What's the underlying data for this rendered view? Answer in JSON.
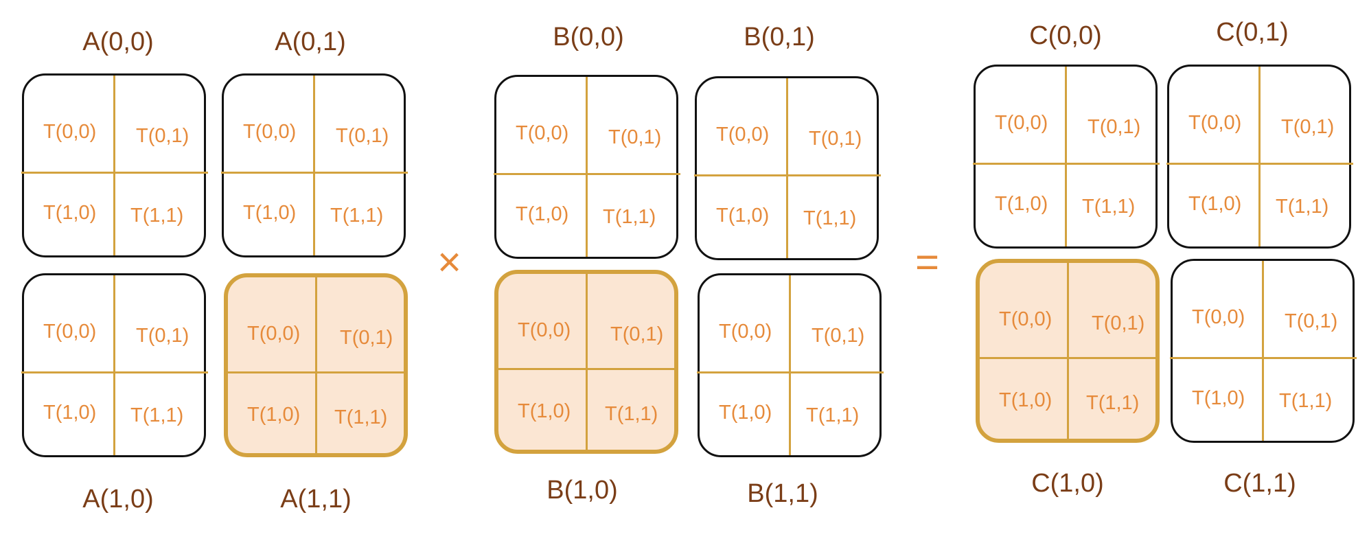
{
  "operators": {
    "times": "×",
    "equals": "="
  },
  "tile_labels": {
    "t00": "T(0,0)",
    "t01": "T(0,1)",
    "t10": "T(1,0)",
    "t11": "T(1,1)"
  },
  "block_labels": {
    "A00": "A(0,0)",
    "A01": "A(0,1)",
    "A10": "A(1,0)",
    "A11": "A(1,1)",
    "B00": "B(0,0)",
    "B01": "B(0,1)",
    "B10": "B(1,0)",
    "B11": "B(1,1)",
    "C00": "C(0,0)",
    "C01": "C(0,1)",
    "C10": "C(1,0)",
    "C11": "C(1,1)"
  },
  "highlighted_blocks": [
    "A11",
    "B10",
    "C10"
  ],
  "colors": {
    "block_border": "#111111",
    "divider": "#d3a23e",
    "highlight_fill": "#fbe6d3",
    "highlight_border": "#d3a23e",
    "tile_text": "#e68a3a",
    "block_label_text": "#7a3d17",
    "operator": "#e68a3a"
  }
}
